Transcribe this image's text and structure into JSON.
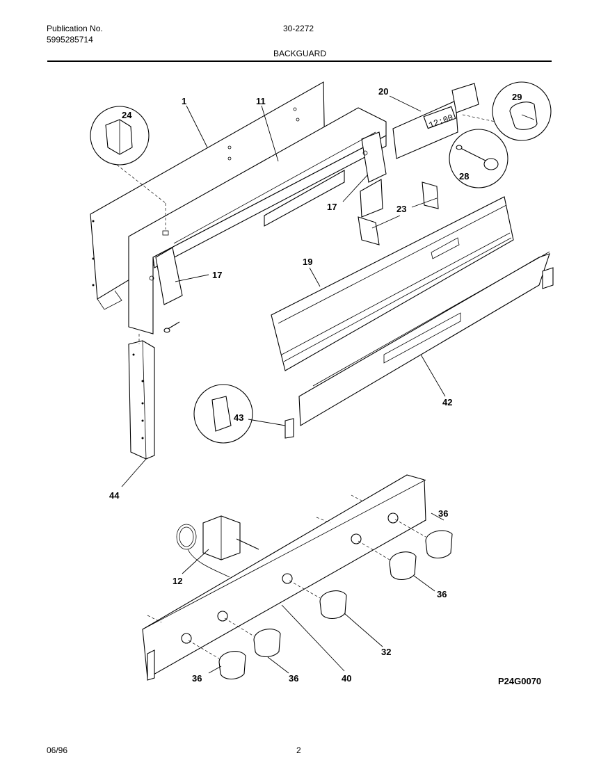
{
  "header": {
    "publication_label": "Publication No.",
    "publication_number": "5995285714",
    "model": "30-2272",
    "section_title": "BACKGUARD"
  },
  "footer": {
    "date": "06/96",
    "page": "2"
  },
  "diagram_code": "P24G0070",
  "callouts": {
    "c1": "1",
    "c11": "11",
    "c24": "24",
    "c20": "20",
    "c29": "29",
    "c28": "28",
    "c17a": "17",
    "c17b": "17",
    "c23": "23",
    "c19": "19",
    "c42": "42",
    "c43": "43",
    "c44": "44",
    "c36a": "36",
    "c36b": "36",
    "c36c": "36",
    "c36d": "36",
    "c12": "12",
    "c32": "32",
    "c40": "40"
  },
  "clock_display": "12:00"
}
